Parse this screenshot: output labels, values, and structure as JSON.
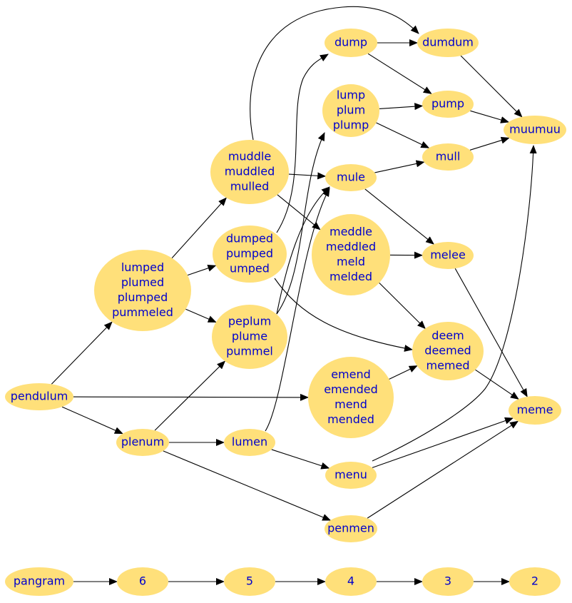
{
  "nodes": {
    "pendulum": [
      "pendulum"
    ],
    "lumped": [
      "lumped",
      "plumed",
      "plumped",
      "pummeled"
    ],
    "plenum": [
      "plenum"
    ],
    "muddle": [
      "muddle",
      "muddled",
      "mulled"
    ],
    "dumped": [
      "dumped",
      "pumped",
      "umped"
    ],
    "peplum": [
      "peplum",
      "plume",
      "pummel"
    ],
    "lumen": [
      "lumen"
    ],
    "penmen": [
      "penmen"
    ],
    "dump": [
      "dump"
    ],
    "lump": [
      "lump",
      "plum",
      "plump"
    ],
    "mule": [
      "mule"
    ],
    "meddle": [
      "meddle",
      "meddled",
      "meld",
      "melded"
    ],
    "emend": [
      "emend",
      "emended",
      "mend",
      "mended"
    ],
    "menu": [
      "menu"
    ],
    "dumdum": [
      "dumdum"
    ],
    "pump": [
      "pump"
    ],
    "mull": [
      "mull"
    ],
    "melee": [
      "melee"
    ],
    "deem": [
      "deem",
      "deemed",
      "memed"
    ],
    "muumuu": [
      "muumuu"
    ],
    "meme": [
      "meme"
    ],
    "pangram": [
      "pangram"
    ],
    "n6": [
      "6"
    ],
    "n5": [
      "5"
    ],
    "n4": [
      "4"
    ],
    "n3": [
      "3"
    ],
    "n2": [
      "2"
    ]
  },
  "edges": [
    [
      "pendulum",
      "lumped"
    ],
    [
      "pendulum",
      "plenum"
    ],
    [
      "pendulum",
      "emend"
    ],
    [
      "lumped",
      "muddle"
    ],
    [
      "lumped",
      "dumped"
    ],
    [
      "lumped",
      "peplum"
    ],
    [
      "plenum",
      "peplum"
    ],
    [
      "plenum",
      "lumen"
    ],
    [
      "plenum",
      "penmen"
    ],
    [
      "muddle",
      "dumdum"
    ],
    [
      "muddle",
      "mule"
    ],
    [
      "muddle",
      "meddle"
    ],
    [
      "dumped",
      "dump"
    ],
    [
      "dumped",
      "deem"
    ],
    [
      "peplum",
      "lump"
    ],
    [
      "peplum",
      "mule"
    ],
    [
      "lumen",
      "mule"
    ],
    [
      "lumen",
      "menu"
    ],
    [
      "dump",
      "dumdum"
    ],
    [
      "dump",
      "pump"
    ],
    [
      "lump",
      "pump"
    ],
    [
      "lump",
      "mull"
    ],
    [
      "mule",
      "mull"
    ],
    [
      "mule",
      "melee"
    ],
    [
      "meddle",
      "melee"
    ],
    [
      "meddle",
      "deem"
    ],
    [
      "emend",
      "deem"
    ],
    [
      "menu",
      "muumuu"
    ],
    [
      "menu",
      "meme"
    ],
    [
      "penmen",
      "meme"
    ],
    [
      "dumdum",
      "muumuu"
    ],
    [
      "pump",
      "muumuu"
    ],
    [
      "mull",
      "muumuu"
    ],
    [
      "melee",
      "meme"
    ],
    [
      "deem",
      "meme"
    ],
    [
      "pangram",
      "n6"
    ],
    [
      "n6",
      "n5"
    ],
    [
      "n5",
      "n4"
    ],
    [
      "n4",
      "n3"
    ],
    [
      "n3",
      "n2"
    ]
  ],
  "colors": {
    "node_fill": "#ffe07a",
    "label": "#0000cc",
    "edge": "#000000"
  }
}
